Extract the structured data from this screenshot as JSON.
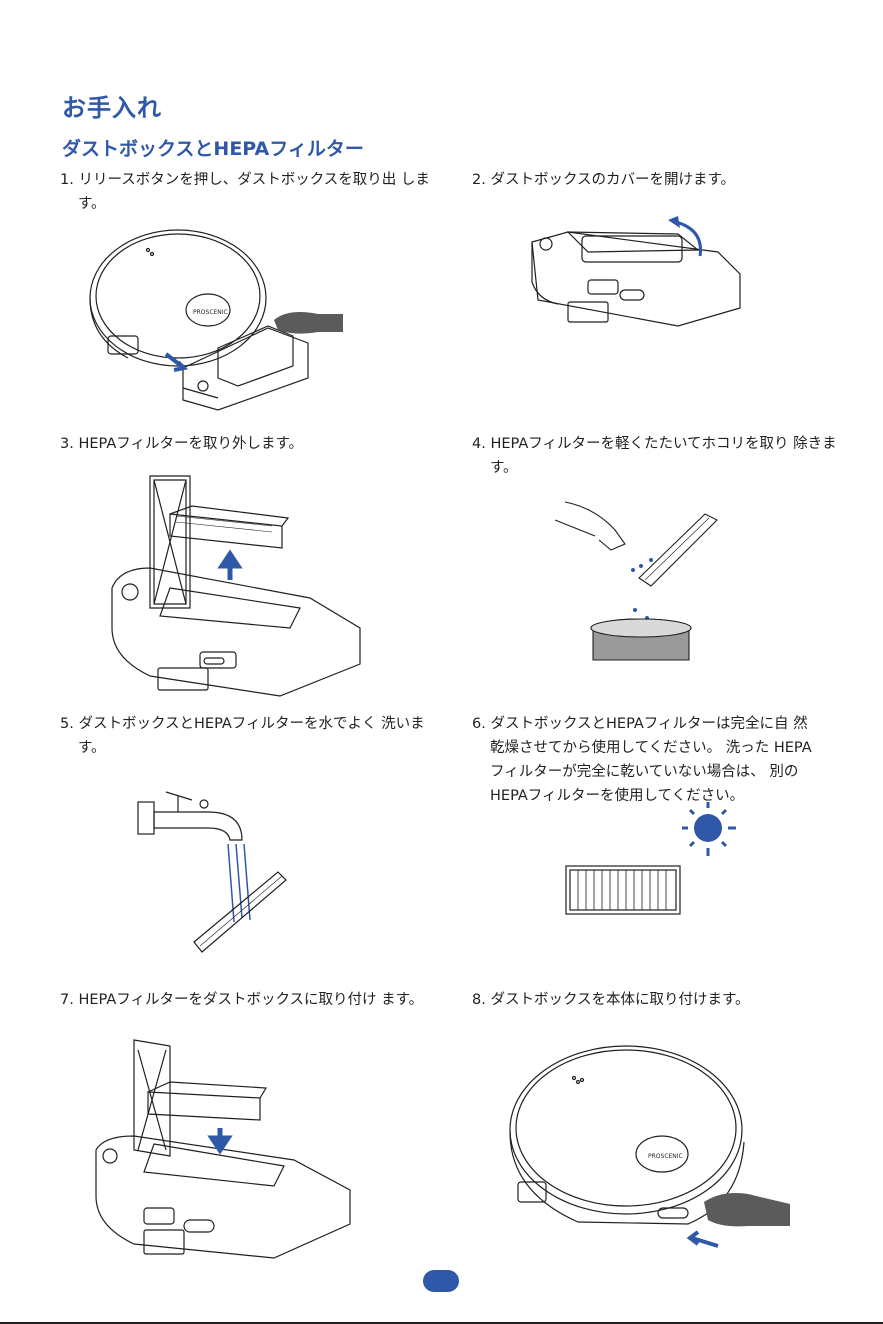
{
  "header": {
    "title": "お手入れ",
    "section_title": "ダストボックスとHEPAフィルター"
  },
  "steps": [
    {
      "text": "1. リリースボタンを押し、ダストボックスを取り出 します。"
    },
    {
      "text": "2. ダストボックスのカバーを開けます。"
    },
    {
      "text": "3. HEPAフィルターを取り外します。"
    },
    {
      "text": "4. HEPAフィルターを軽くたたいてホコリを取り 除きます。"
    },
    {
      "text": "5. ダストボックスとHEPAフィルターを水でよく 洗います。"
    },
    {
      "text": "6. ダストボックスとHEPAフィルターは完全に自 然乾燥させてから使用してください。 洗った HEPAフィルターが完全に乾いていない場合は、 別のHEPAフィルターを使用してください。"
    },
    {
      "text": "7. HEPAフィルターをダストボックスに取り付け ます。"
    },
    {
      "text": "8. ダストボックスを本体に取り付けます。"
    }
  ],
  "figures": {
    "brand_logo": "PROSCENIC"
  },
  "colors": {
    "accent": "#2f58a8",
    "line_art": "#231f20",
    "hand": "#5b5b5b"
  },
  "icons": [
    "robot-vacuum-illustration",
    "hand-icon",
    "arrow-icon",
    "filter-illustration",
    "water-tap-icon",
    "sun-icon",
    "bowl-icon"
  ]
}
